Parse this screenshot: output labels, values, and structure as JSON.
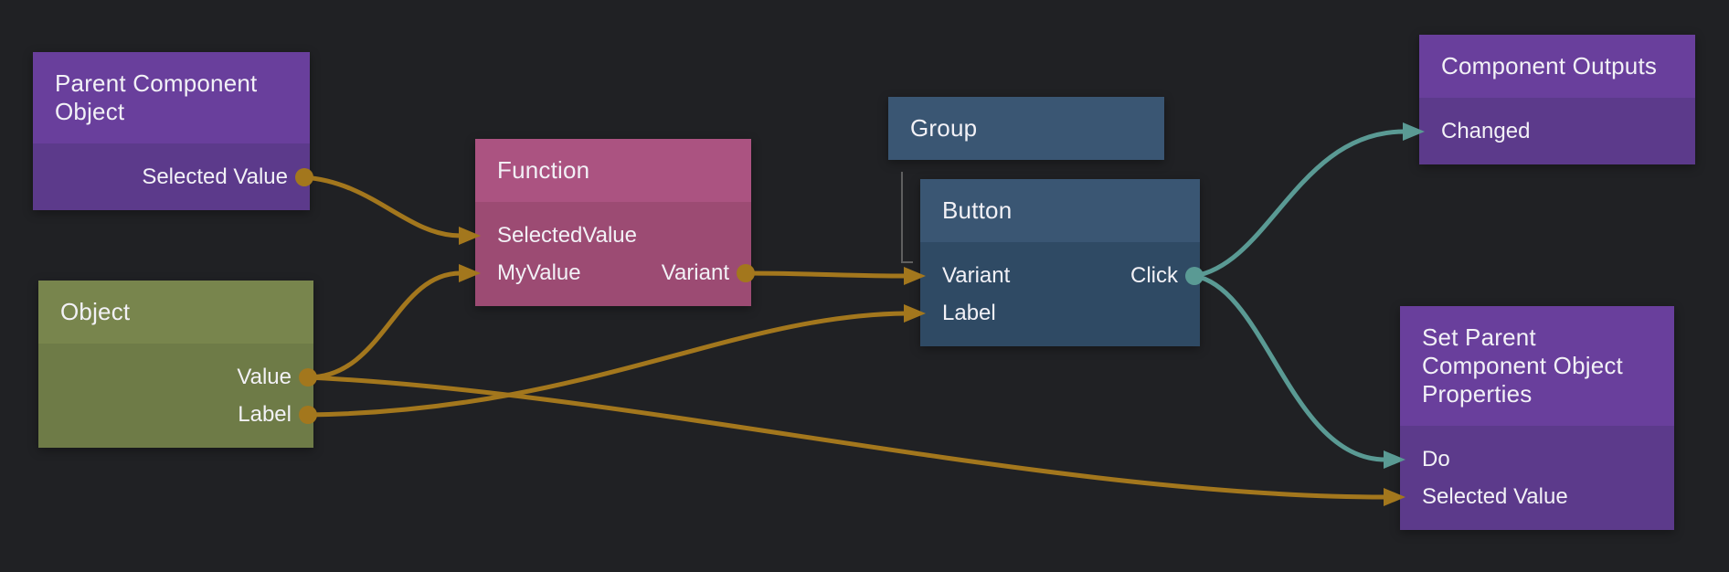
{
  "canvas": {
    "colors": {
      "canvas-bg": "#202124",
      "wire-orange": "#a3771d",
      "wire-teal": "#5a9a94",
      "group-link-gray": "#5f5f5f",
      "purple-header": "#693f9c",
      "purple-body": "#5c3a8b",
      "green-header": "#78854d",
      "green-body": "#6e7b47",
      "magenta-header": "#ab5381",
      "magenta-body": "#9c4b73",
      "blue-header": "#3a5673",
      "blue-body": "#2f4a64",
      "text": "#f2f1f6"
    },
    "nodes": {
      "parent_component_object": {
        "title": "Parent Component Object",
        "outputs": [
          {
            "label": "Selected Value",
            "wire": "orange"
          }
        ]
      },
      "object": {
        "title": "Object",
        "outputs": [
          {
            "label": "Value",
            "wire": "orange"
          },
          {
            "label": "Label",
            "wire": "orange"
          }
        ]
      },
      "function": {
        "title": "Function",
        "inputs": [
          {
            "label": "SelectedValue",
            "wire": "orange"
          },
          {
            "label": "MyValue",
            "wire": "orange"
          }
        ],
        "outputs": [
          {
            "label": "Variant",
            "wire": "orange"
          }
        ]
      },
      "group": {
        "title": "Group"
      },
      "button": {
        "title": "Button",
        "inputs": [
          {
            "label": "Variant",
            "wire": "orange"
          },
          {
            "label": "Label",
            "wire": "orange"
          }
        ],
        "outputs": [
          {
            "label": "Click",
            "wire": "teal"
          }
        ]
      },
      "component_outputs": {
        "title": "Component Outputs",
        "inputs": [
          {
            "label": "Changed",
            "wire": "teal"
          }
        ]
      },
      "set_parent_component_object_properties": {
        "title": "Set Parent Component Object Properties",
        "inputs": [
          {
            "label": "Do",
            "wire": "teal"
          },
          {
            "label": "Selected Value",
            "wire": "orange"
          }
        ]
      }
    },
    "connections": [
      {
        "from": "parent_component_object.selected_value",
        "to": "function.selectedvalue",
        "color": "orange"
      },
      {
        "from": "object.value",
        "to": "function.myvalue",
        "color": "orange"
      },
      {
        "from": "object.value",
        "to": "set_parent_component_object_properties.selected_value",
        "color": "orange"
      },
      {
        "from": "object.label",
        "to": "button.label",
        "color": "orange"
      },
      {
        "from": "function.variant",
        "to": "button.variant",
        "color": "orange"
      },
      {
        "from": "button.click",
        "to": "component_outputs.changed",
        "color": "teal"
      },
      {
        "from": "button.click",
        "to": "set_parent_component_object_properties.do",
        "color": "teal"
      },
      {
        "from": "group",
        "to": "button",
        "type": "parent-child-link",
        "color": "gray"
      }
    ]
  }
}
